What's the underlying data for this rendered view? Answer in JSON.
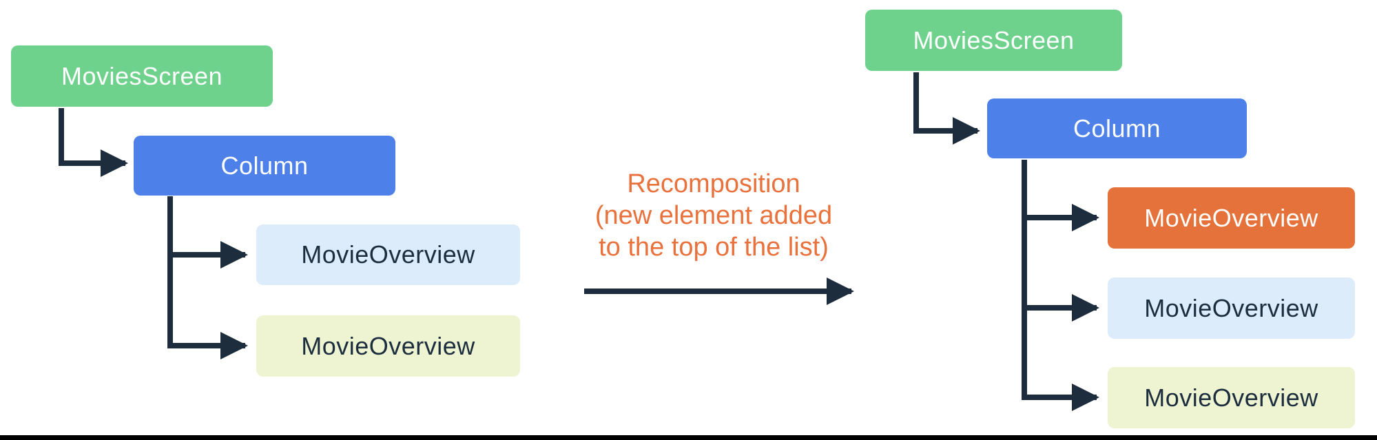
{
  "colors": {
    "green": "#6fd28c",
    "blue": "#4d80e8",
    "light_blue": "#dcecfa",
    "pale_yellow": "#eef3d2",
    "orange": "#e5713b",
    "orange_text": "#e8713c",
    "connector": "#1d2d3d",
    "text_light": "#ffffff",
    "text_dark": "#1c2e3d",
    "rule": "#000000"
  },
  "left_tree": {
    "nodes": [
      {
        "id": "movies-screen",
        "label": "MoviesScreen"
      },
      {
        "id": "column",
        "label": "Column"
      },
      {
        "id": "movie-overview-1",
        "label": "MovieOverview"
      },
      {
        "id": "movie-overview-2",
        "label": "MovieOverview"
      }
    ]
  },
  "center": {
    "caption_line1": "Recomposition",
    "caption_line2": "(new element added",
    "caption_line3": "to the top of the list)"
  },
  "right_tree": {
    "nodes": [
      {
        "id": "movies-screen",
        "label": "MoviesScreen"
      },
      {
        "id": "column",
        "label": "Column"
      },
      {
        "id": "movie-overview-new",
        "label": "MovieOverview"
      },
      {
        "id": "movie-overview-1",
        "label": "MovieOverview"
      },
      {
        "id": "movie-overview-2",
        "label": "MovieOverview"
      }
    ]
  }
}
